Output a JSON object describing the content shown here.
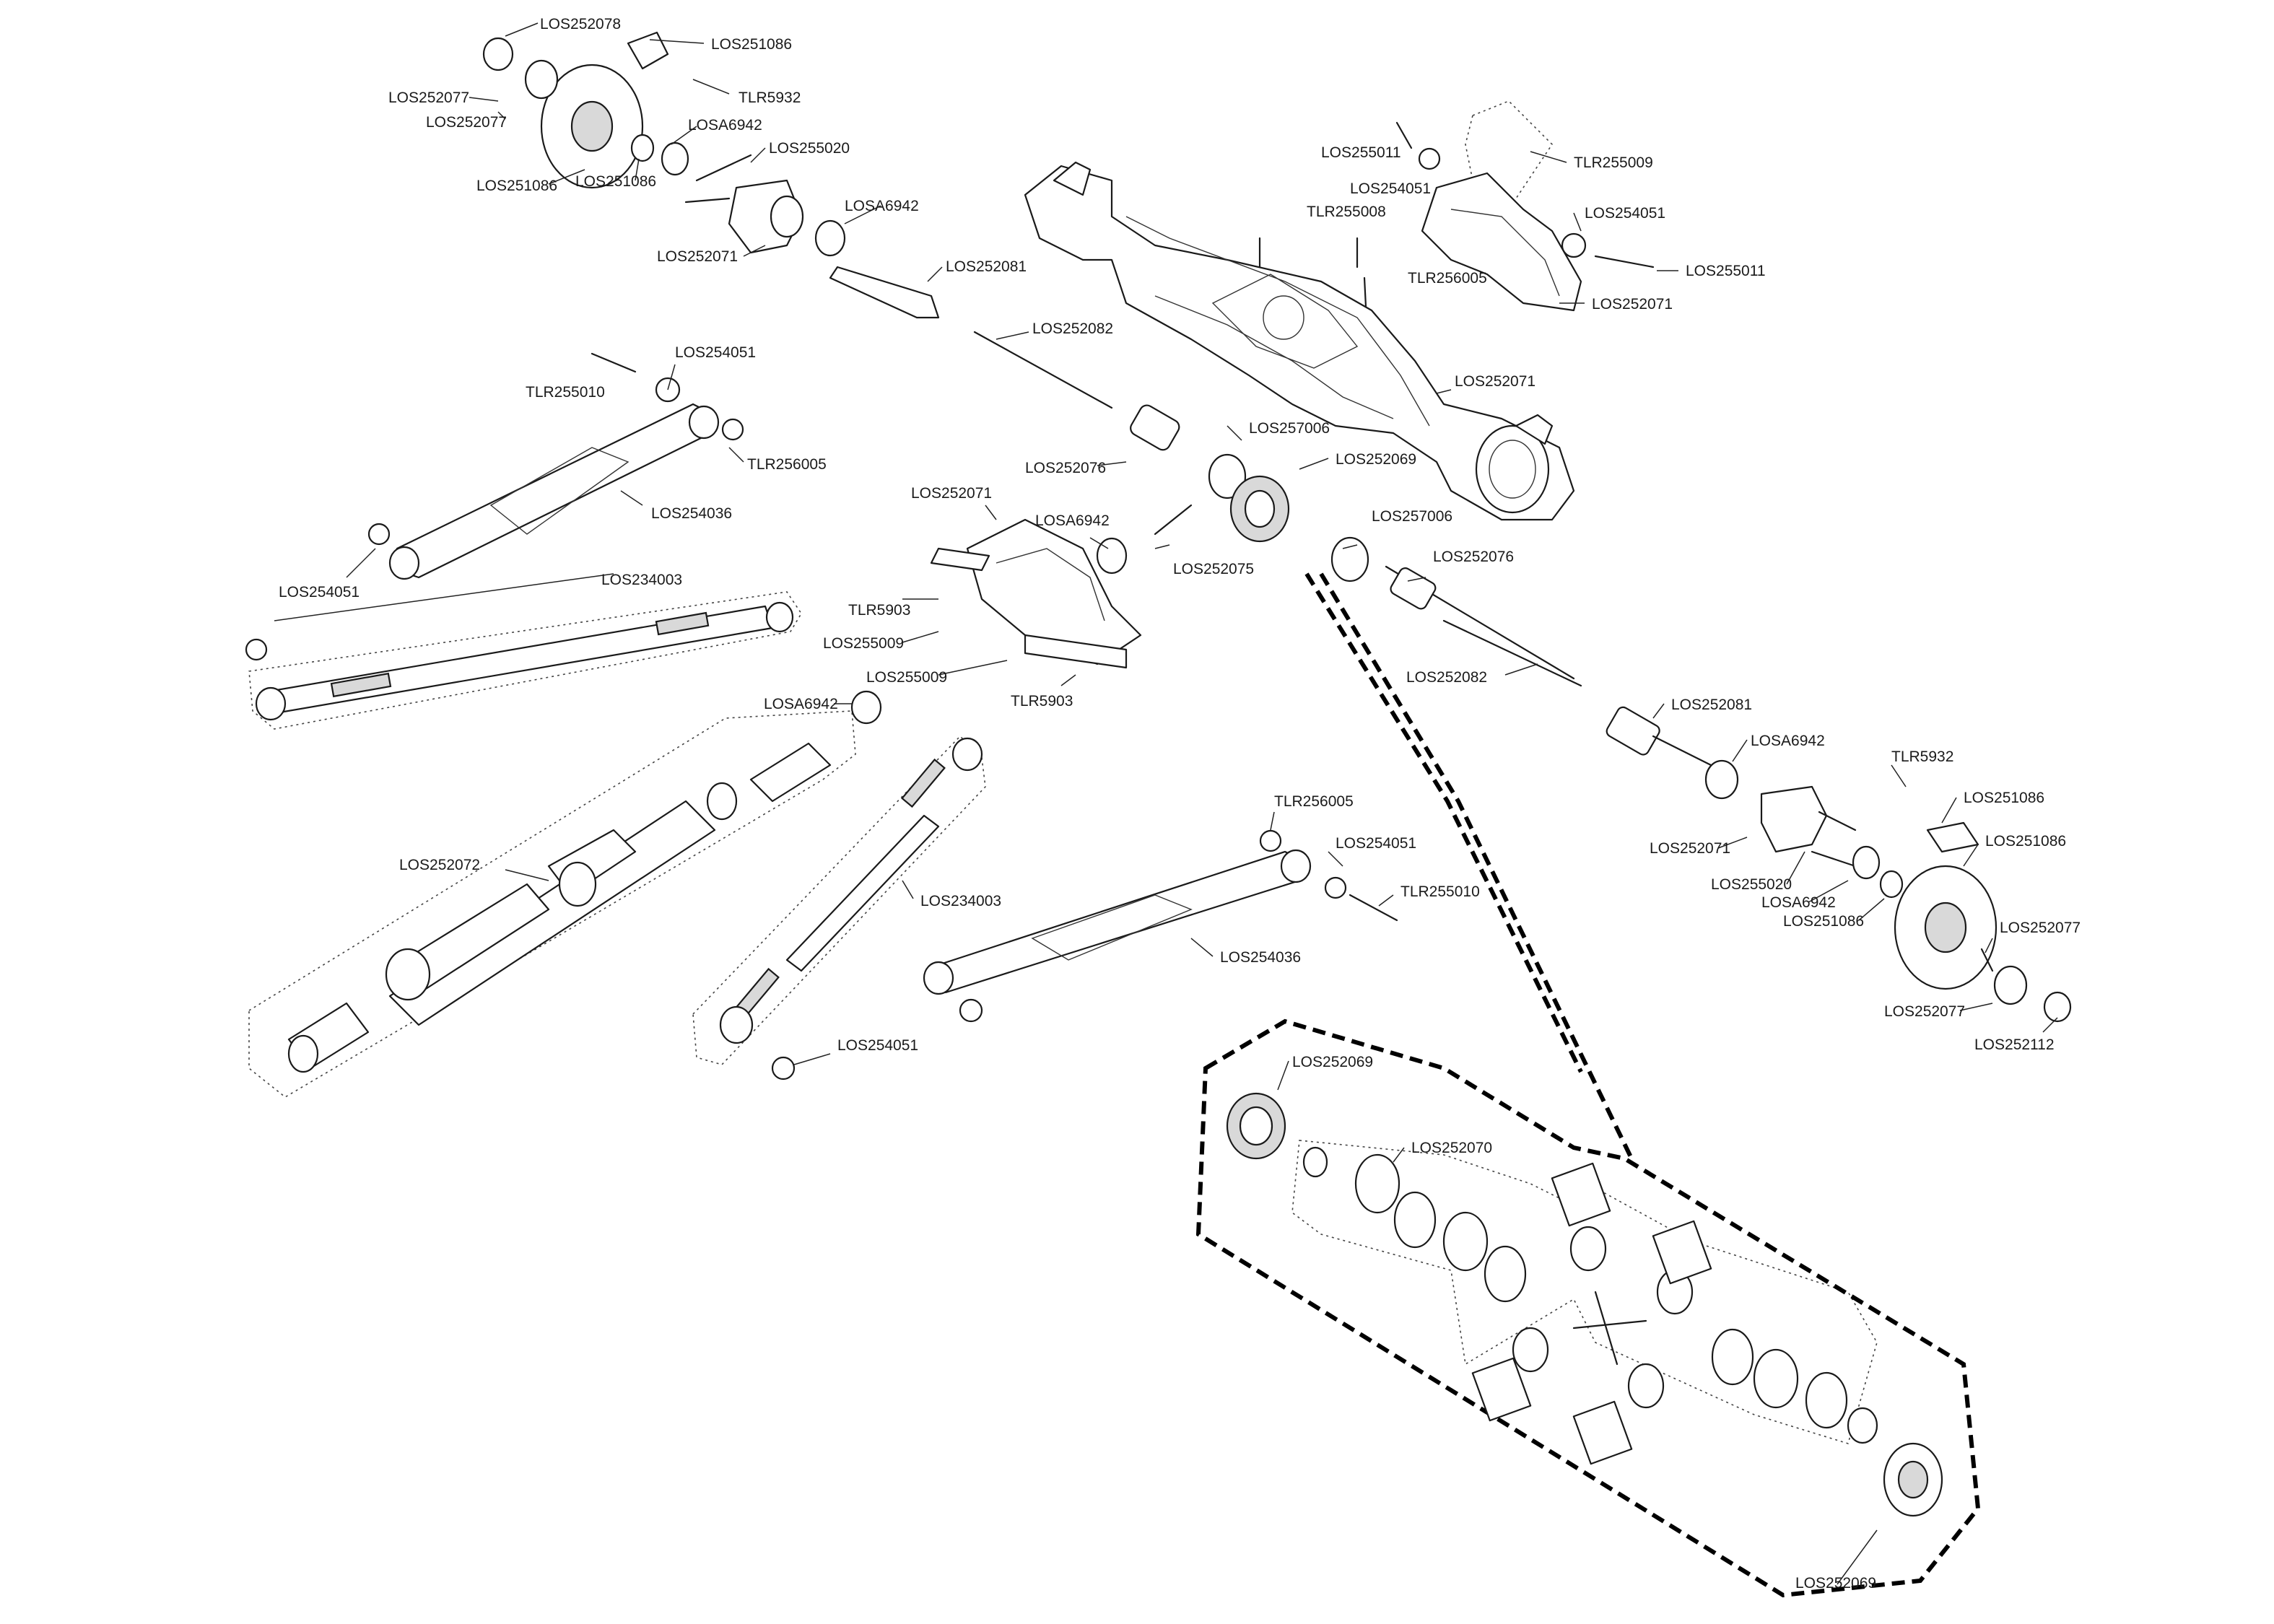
{
  "diagram": {
    "labels": [
      "LOS252078",
      "LOS251086",
      "LOS252077",
      "TLR5932",
      "LOS252077",
      "LOS251086",
      "LOS251086",
      "LOSA6942",
      "LOS255020",
      "LOS252071",
      "LOSA6942",
      "LOS252081",
      "LOS252082",
      "LOS255011",
      "LOS254051",
      "TLR255009",
      "TLR255008",
      "LOS254051",
      "TLR256005",
      "LOS255011",
      "LOS252071",
      "LOS252071",
      "TLR255010",
      "LOS254051",
      "TLR256005",
      "LOS254036",
      "LOS254051",
      "LOS234003",
      "LOS252076",
      "LOS257006",
      "LOS252069",
      "LOS252071",
      "LOSA6942",
      "LOS252075",
      "LOS257006",
      "LOS252076",
      "TLR5903",
      "LOS255009",
      "LOS255009",
      "TLR5903",
      "LOSA6942",
      "LOS252082",
      "LOS252081",
      "LOSA6942",
      "TLR5932",
      "LOS251086",
      "LOS251086",
      "LOS252071",
      "LOS255020",
      "LOSA6942",
      "LOS251086",
      "LOS252077",
      "LOS252077",
      "LOS252112",
      "LOS252072",
      "LOS234003",
      "TLR256005",
      "LOS254051",
      "TLR255010",
      "LOS254036",
      "LOS254051",
      "LOS252069",
      "LOS252070",
      "LOS252069"
    ]
  }
}
